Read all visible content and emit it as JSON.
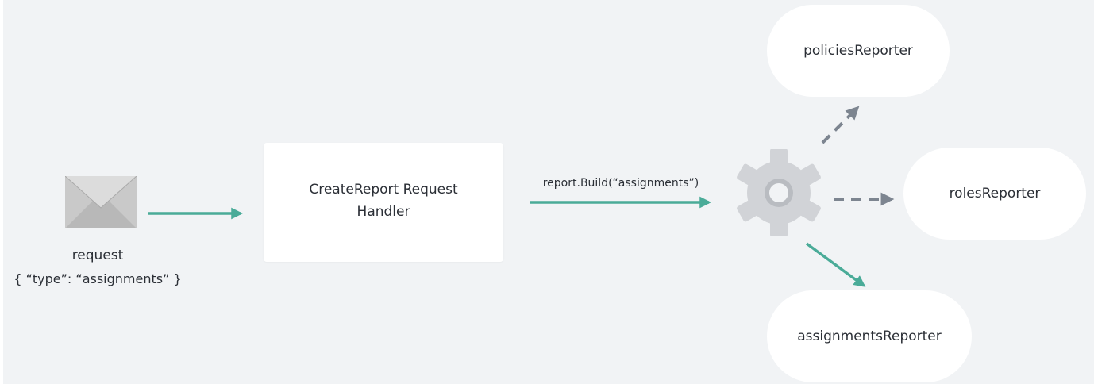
{
  "request": {
    "icon": "envelope-icon",
    "label": "request",
    "payload": "{ “type”: “assignments” }"
  },
  "handler": {
    "label": "CreateReport Request Handler"
  },
  "build_call": {
    "label": "report.Build(“assignments”)"
  },
  "dispatcher": {
    "icon": "gear-icon"
  },
  "reporters": {
    "policies": "policiesReporter",
    "roles": "rolesReporter",
    "assignments": "assignmentsReporter"
  },
  "colors": {
    "background": "#f1f3f5",
    "node_fill": "#ffffff",
    "active_arrow": "#4aab98",
    "inactive_arrow": "#7d8590",
    "gear": "#d1d3d7",
    "envelope": "#c8c8c8",
    "text": "#2b2f36"
  }
}
